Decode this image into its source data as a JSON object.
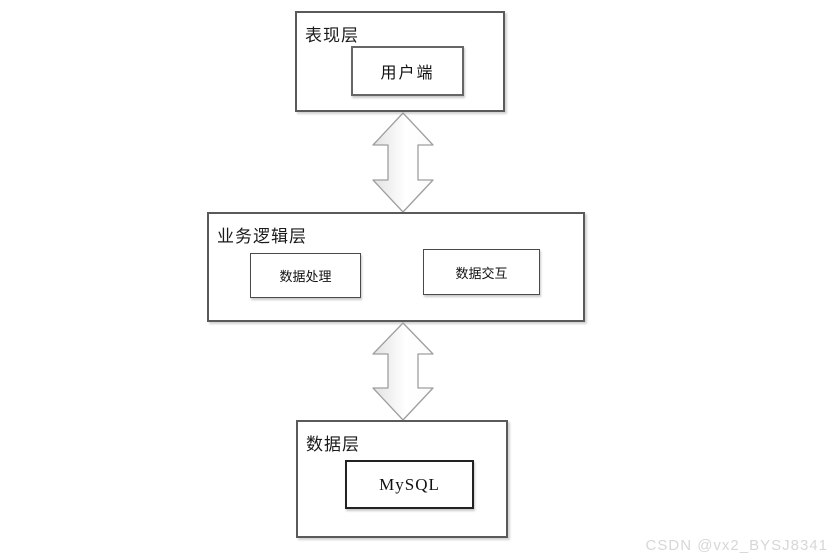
{
  "diagram": {
    "layers": [
      {
        "label": "表现层",
        "children": [
          {
            "label": "用户端"
          }
        ]
      },
      {
        "label": "业务逻辑层",
        "children": [
          {
            "label": "数据处理"
          },
          {
            "label": "数据交互"
          }
        ]
      },
      {
        "label": "数据层",
        "children": [
          {
            "label": "MySQL"
          }
        ]
      }
    ],
    "connectors": [
      {
        "name": "presentation-business",
        "type": "double-arrow-vertical"
      },
      {
        "name": "business-data",
        "type": "double-arrow-vertical"
      }
    ],
    "colors": {
      "box_border": "#5a5a5a",
      "node_border": "#333333",
      "arrow_stroke": "#9e9e9e",
      "arrow_fill": "#ffffff",
      "background": "#ffffff",
      "watermark": "#d7d7d7"
    }
  },
  "watermark": {
    "text": "CSDN @vx2_BYSJ8341"
  }
}
